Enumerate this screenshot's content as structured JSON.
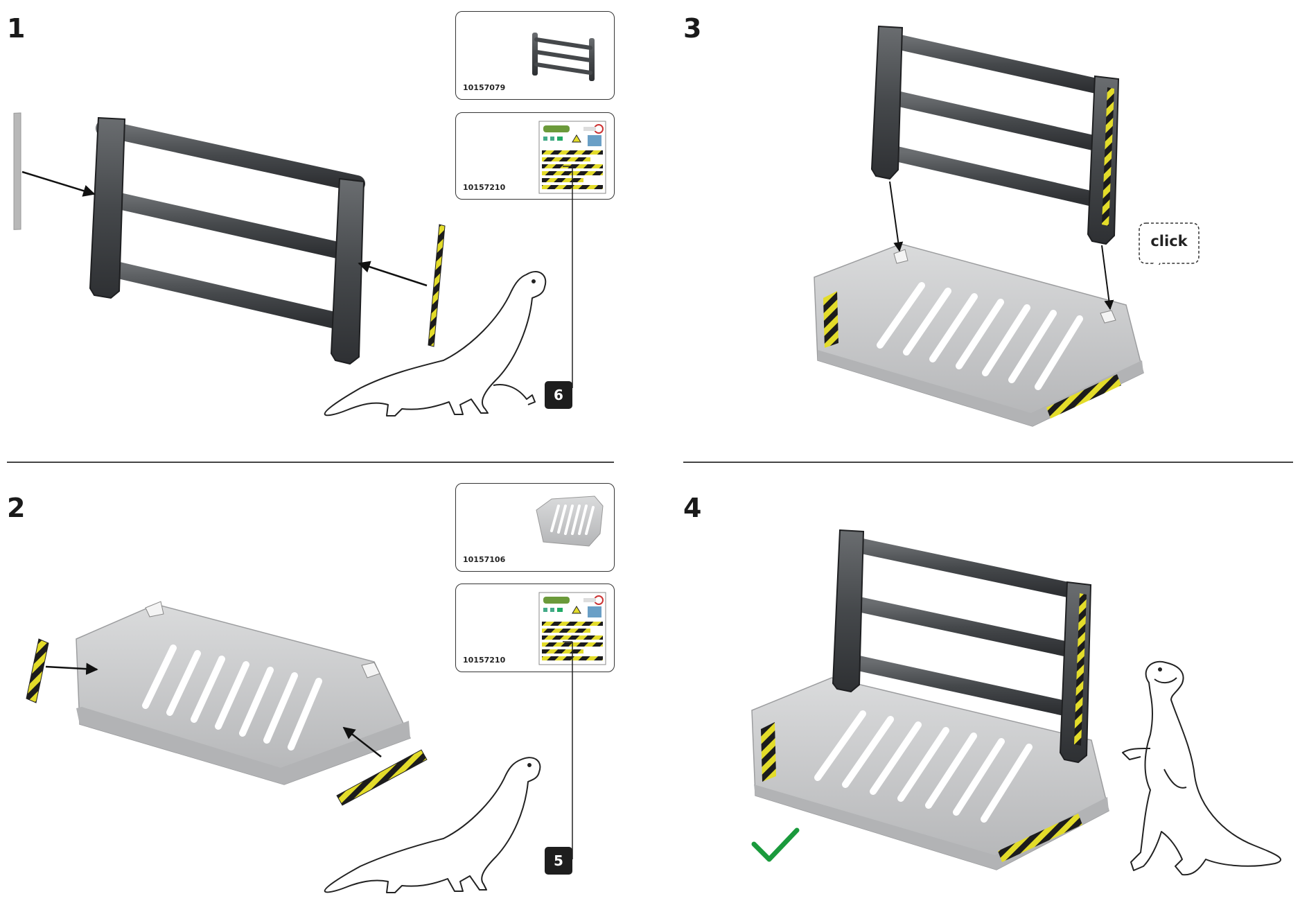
{
  "steps": [
    {
      "number": "1",
      "part_codes": [
        "10157079",
        "10157210"
      ],
      "sticker_count": "6"
    },
    {
      "number": "2",
      "part_codes": [
        "10157106",
        "10157210"
      ],
      "sticker_count": "5"
    },
    {
      "number": "3",
      "callout": "click"
    },
    {
      "number": "4"
    }
  ],
  "icons": {
    "check": "checkmark-icon",
    "arrow": "arrow-icon",
    "mascot": "dinosaur-icon"
  },
  "colors": {
    "rail_dark": "#4a4d50",
    "platform_grey": "#c9cacb",
    "stripe_yellow": "#e3dc2a",
    "stripe_black": "#1c1c1c",
    "check_green": "#1a9a3c"
  }
}
